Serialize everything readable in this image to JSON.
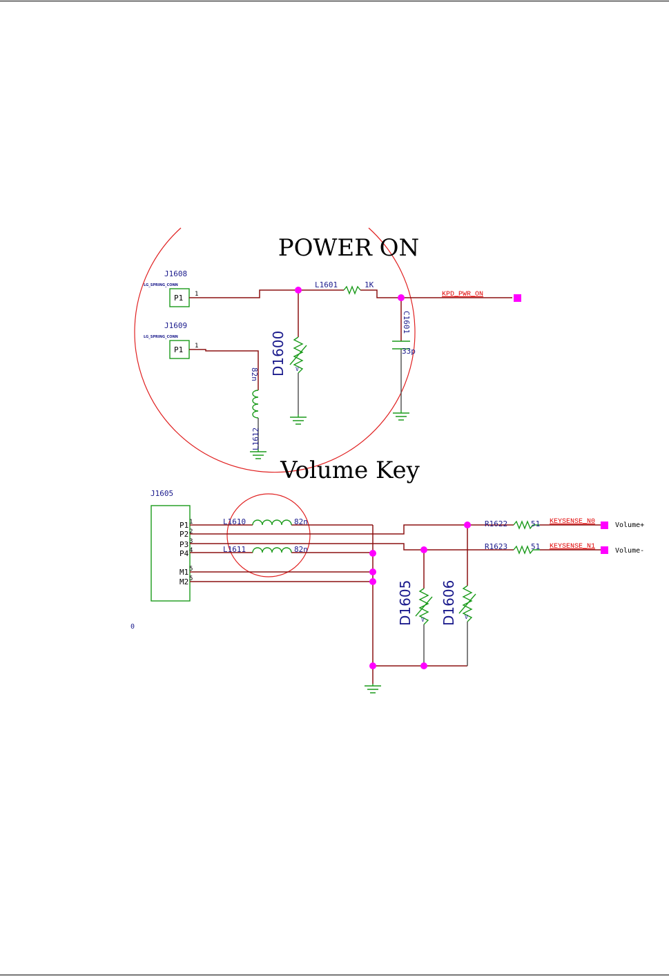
{
  "titles": {
    "power_on": "POWER ON",
    "volume_key": "Volume Key"
  },
  "power_on": {
    "j1608": {
      "ref": "J1608",
      "sub": "LG_SPRING_CONN",
      "pin_label": "P1",
      "pin_num": "1"
    },
    "j1609": {
      "ref": "J1609",
      "sub": "LG_SPRING_CONN",
      "pin_label": "P1",
      "pin_num": "1"
    },
    "l1601": {
      "ref": "L1601",
      "value": "1K"
    },
    "d1600": {
      "ref": "D1600",
      "mark": "V"
    },
    "c1601": {
      "ref": "C1601",
      "value": "33p"
    },
    "l1612": {
      "ref": "L1612",
      "value": "82n"
    },
    "net_label": "KPD_PWR_ON"
  },
  "volume_key": {
    "j1605": {
      "ref": "J1605",
      "pins": [
        {
          "label": "P1",
          "num": "1"
        },
        {
          "label": "P2",
          "num": "2"
        },
        {
          "label": "P3",
          "num": "3"
        },
        {
          "label": "P4",
          "num": "4"
        },
        {
          "label": "M1",
          "num": "5"
        },
        {
          "label": "M2",
          "num": "5"
        }
      ]
    },
    "l1610": {
      "ref": "L1610",
      "value": "82n"
    },
    "l1611": {
      "ref": "L1611",
      "value": "82n"
    },
    "r1622": {
      "ref": "R1622",
      "value": "51"
    },
    "r1623": {
      "ref": "R1623",
      "value": "51"
    },
    "d1605": {
      "ref": "D1605",
      "mark": "V"
    },
    "d1606": {
      "ref": "D1606",
      "mark": "V"
    },
    "net_no": "KEYSENSE_N0",
    "net_n1": "KEYSENSE_N1",
    "port_plus": "Volume+",
    "port_minus": "Volume-",
    "stray_label": "0"
  },
  "colors": {
    "wire": "#8b1010",
    "component": "#1a9a1a",
    "junction": "#ff00ff",
    "net_label": "#e00000",
    "ref_text": "#1a1a8c",
    "highlight_circle": "#e02020"
  }
}
